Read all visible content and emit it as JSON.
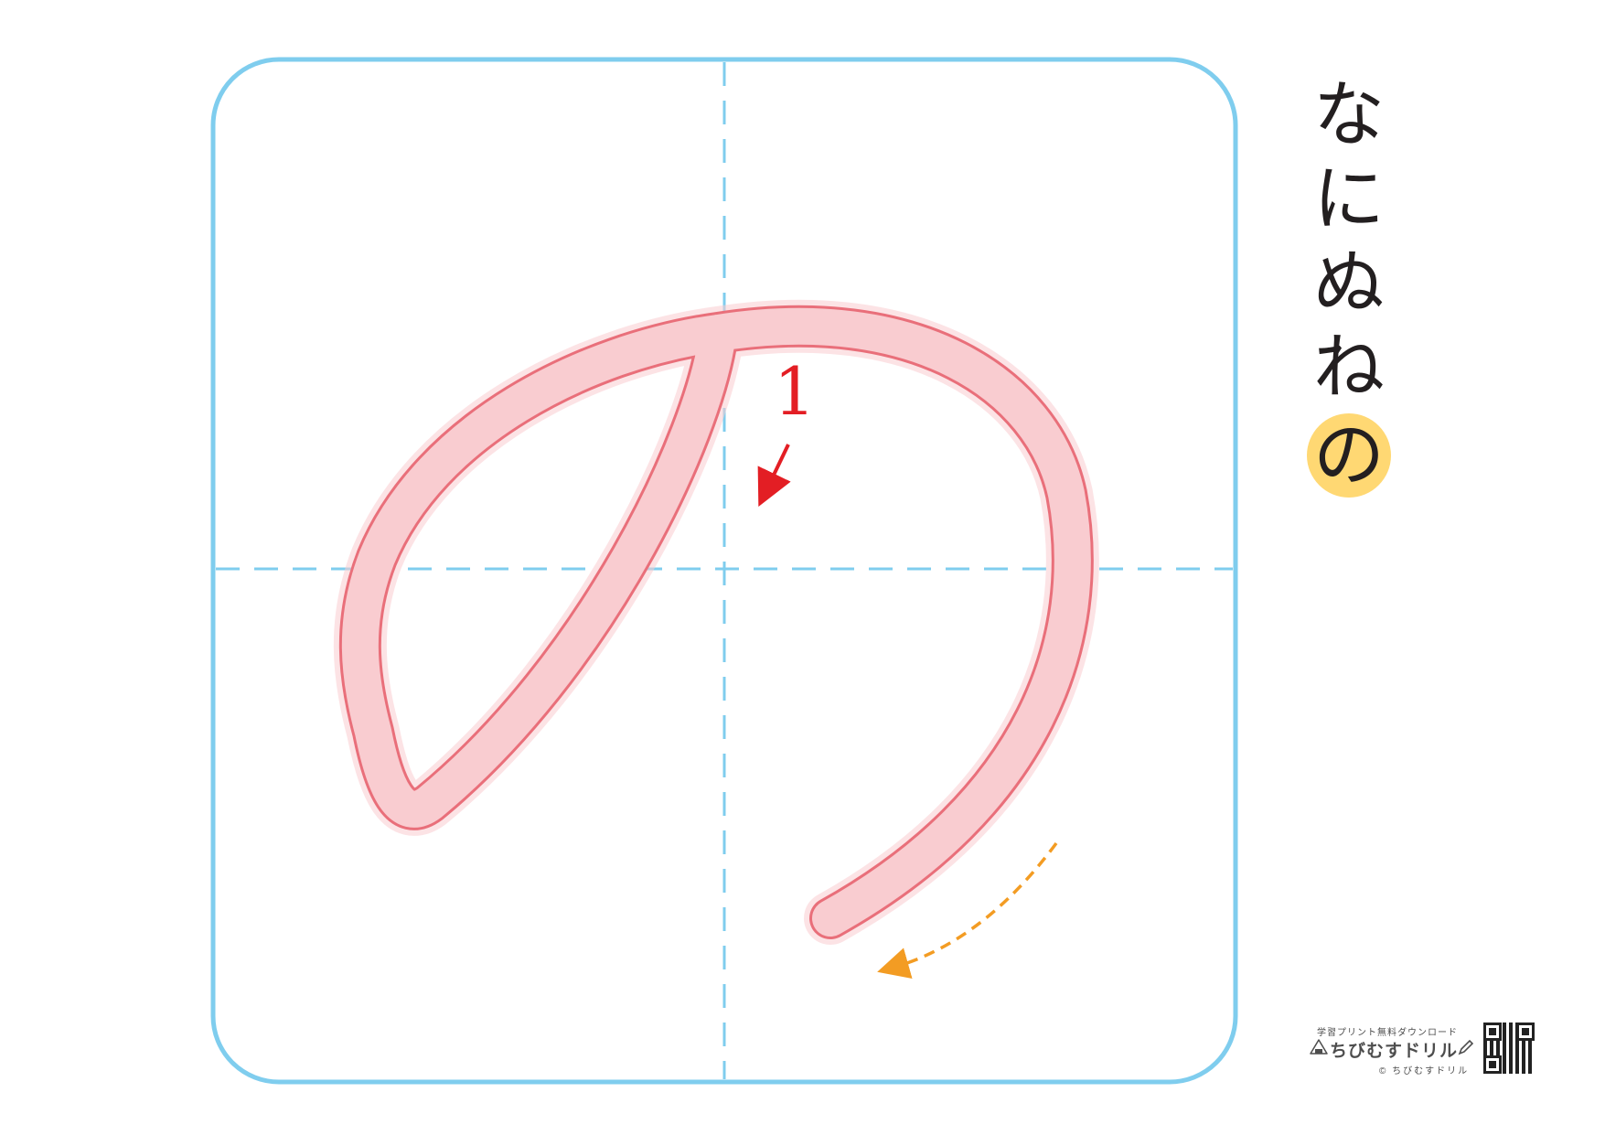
{
  "sidebar": {
    "characters": [
      "な",
      "に",
      "ぬ",
      "ね",
      "の"
    ],
    "current_index": 4
  },
  "practice_box": {
    "stroke_number": "1",
    "colors": {
      "frame": "#7fcdee",
      "guide": "#7fcdee",
      "stroke_fill": "#f9ccd0",
      "stroke_outline": "#e96f7a",
      "stroke_number": "#e31e24",
      "direction_arrow": "#e31e24",
      "continuation_arrow": "#f39c23",
      "highlight": "#ffd873"
    }
  },
  "brand": {
    "tagline": "学習プリント無料ダウンロード",
    "name": "ちびむすドリル",
    "copyright": "© ちびむすドリル",
    "icons": [
      "onigiri-mascot-icon",
      "pencil-icon",
      "qr-code-icon"
    ]
  }
}
